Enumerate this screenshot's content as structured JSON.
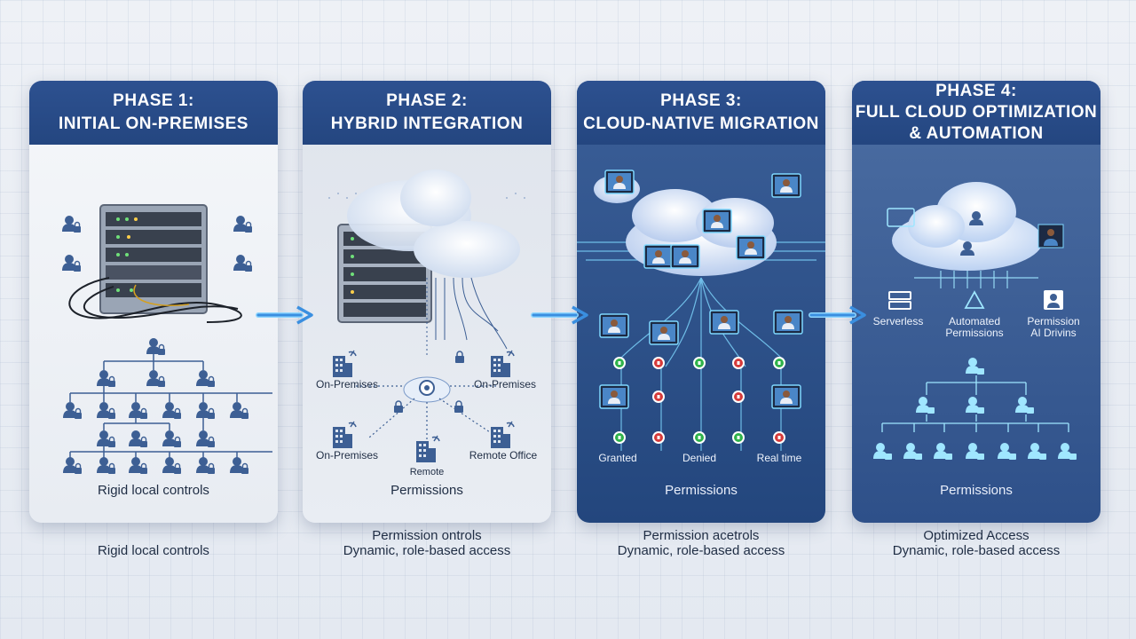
{
  "phases": [
    {
      "phase": "PHASE 1:",
      "title": "INITIAL ON-PREMISES",
      "caption": "Rigid local controls",
      "below": [
        "",
        "Rigid local controls"
      ]
    },
    {
      "phase": "PHASE 2:",
      "title": "HYBRID INTEGRATION",
      "labels": {
        "onprem_a": "On-Premises",
        "onprem_b": "On-Premises",
        "onprem_c": "On-Premises",
        "remote": "Remote",
        "remote_office": "Remote Office"
      },
      "caption": "Permissions",
      "below": [
        "Permission ontrols",
        "Dynamic, role-based access"
      ]
    },
    {
      "phase": "PHASE 3:",
      "title": "CLOUD-NATIVE MIGRATION",
      "labels": {
        "granted": "Granted",
        "denied": "Denied",
        "realtime": "Real time"
      },
      "caption": "Permissions",
      "below": [
        "Permission acetrols",
        "Dynamic, role-based access"
      ]
    },
    {
      "phase": "PHASE 4:",
      "title": "FULL CLOUD OPTIMIZATION",
      "title2": "& AUTOMATION",
      "labels": {
        "serverless": "Serverless",
        "automated1": "Automated",
        "automated2": "Permissions",
        "permission1": "Permission",
        "permission2": "AI Drivins"
      },
      "caption": "Permissions",
      "below": [
        "Optimized Access",
        "Dynamic, role-based access"
      ]
    }
  ],
  "colors": {
    "header": "#2d5190",
    "user_icon": "#3d5f94",
    "granted": "#2fb24a",
    "denied": "#d63a3a",
    "glow": "#7fd8ff"
  },
  "icons": [
    "server-rack-icon",
    "user-lock-icon",
    "cloud-icon",
    "building-icon",
    "arrow-right-icon",
    "agent-icon"
  ]
}
